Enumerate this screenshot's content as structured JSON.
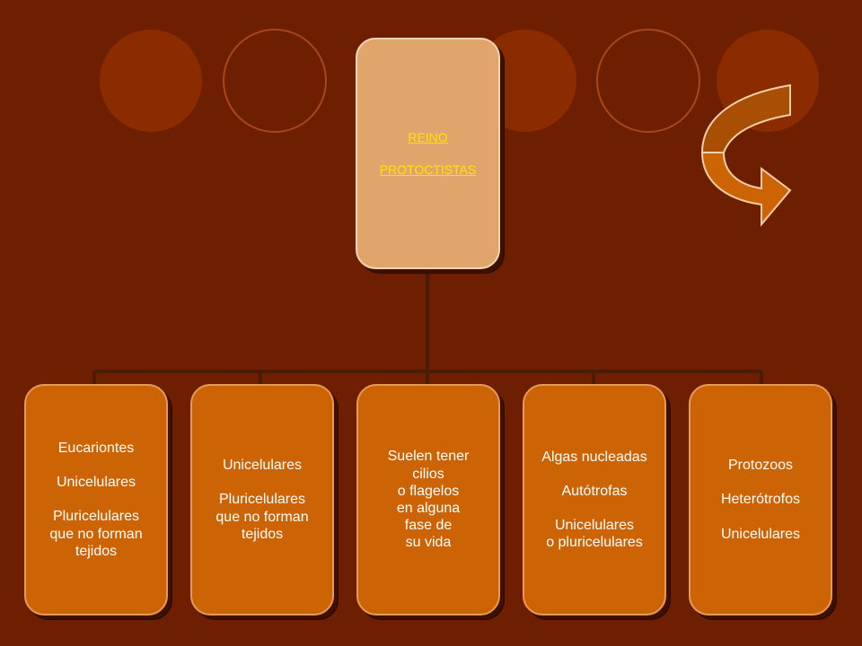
{
  "colors": {
    "background": "#6e1f02",
    "circle_fill": "#8b2c00",
    "circle_outline": "#a8471a",
    "root_fill": "#e1a56b",
    "root_text": "#ffe400",
    "child_fill": "#cc6405",
    "connector": "#4a1c06",
    "arrow_fill": "#cc6405",
    "arrow_outline": "#f2cfa8"
  },
  "root": {
    "lines": [
      "REINO",
      "",
      "PROTOCTISTAS"
    ]
  },
  "children": [
    {
      "lines": [
        "Eucariontes",
        "",
        "Unicelulares",
        "",
        "Pluricelulares",
        "que no forman",
        "tejidos"
      ]
    },
    {
      "lines": [
        "Unicelulares",
        "",
        "Pluricelulares",
        "que no forman",
        "tejidos"
      ]
    },
    {
      "lines": [
        "Suelen tener",
        "cilios",
        "o flagelos",
        "en alguna",
        "fase de",
        "su vida"
      ]
    },
    {
      "lines": [
        "Algas nucleadas",
        "",
        "Autótrofas",
        "",
        "Unicelulares",
        "o pluricelulares"
      ]
    },
    {
      "lines": [
        "Protozoos",
        "",
        "Heterótrofos",
        "",
        "Unicelulares"
      ]
    }
  ],
  "icons": {
    "curved_arrow": "curved-arrow-down-right-icon"
  }
}
